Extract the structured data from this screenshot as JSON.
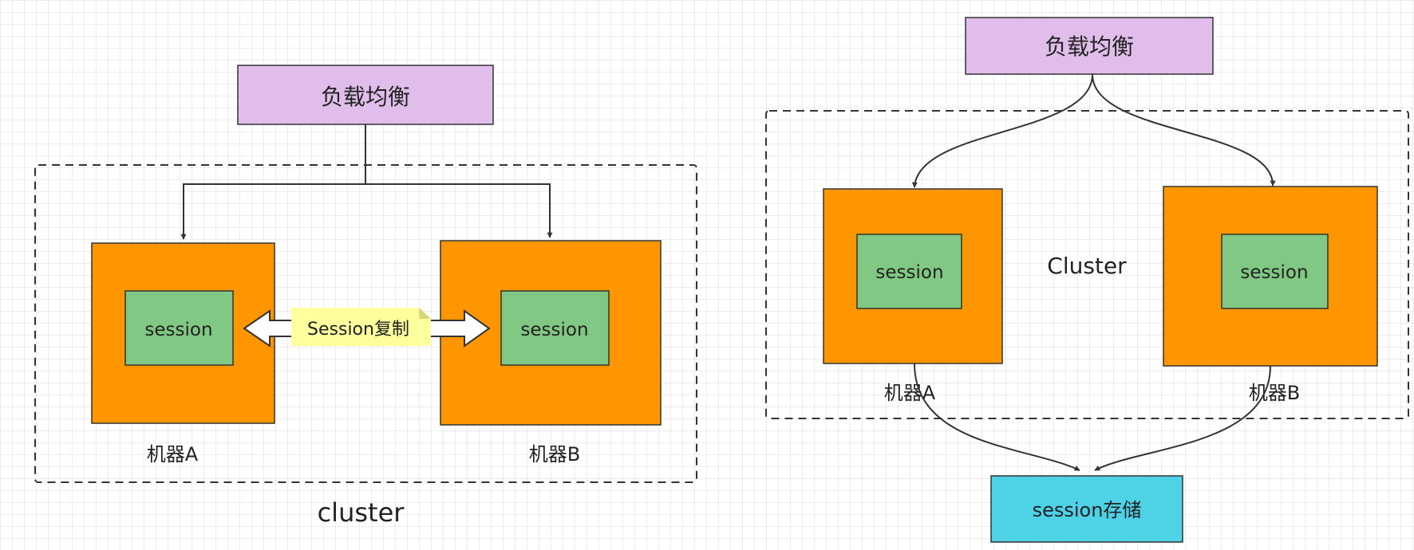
{
  "left_diagram": {
    "load_balancer": "负载均衡",
    "cluster_label": "cluster",
    "machine_a": {
      "label": "机器A",
      "session": "session"
    },
    "machine_b": {
      "label": "机器B",
      "session": "session"
    },
    "replication_label": "Session复制"
  },
  "right_diagram": {
    "load_balancer": "负载均衡",
    "cluster_label": "Cluster",
    "machine_a": {
      "label": "机器A",
      "session": "session"
    },
    "machine_b": {
      "label": "机器B",
      "session": "session"
    },
    "storage_label": "session存储"
  },
  "colors": {
    "load_balancer_fill": "#e0bdea",
    "machine_fill": "#ff9600",
    "session_fill": "#80c883",
    "storage_fill": "#4dd2e6",
    "note_fill": "#ffff9e"
  }
}
